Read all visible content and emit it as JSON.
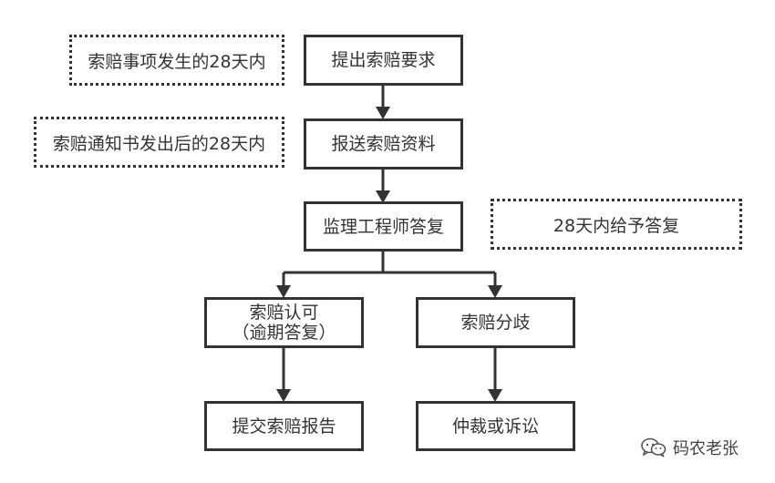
{
  "diagram": {
    "nodes": {
      "submit_claim": "提出索赔要求",
      "send_materials": "报送索赔资料",
      "engineer_reply": "监理工程师答复",
      "claim_approved_line1": "索赔认可",
      "claim_approved_line2": "（逾期答复）",
      "claim_dispute": "索赔分歧",
      "submit_report": "提交索赔报告",
      "arbitration": "仲裁或诉讼"
    },
    "notes": {
      "within_28_days_event": "索赔事项发生的28天内",
      "within_28_days_notice": "索赔通知书发出后的28天内",
      "reply_within_28_days": "28天内给予答复"
    },
    "edges": [
      {
        "from": "submit_claim",
        "to": "send_materials"
      },
      {
        "from": "send_materials",
        "to": "engineer_reply"
      },
      {
        "from": "engineer_reply",
        "to": "claim_approved"
      },
      {
        "from": "engineer_reply",
        "to": "claim_dispute"
      },
      {
        "from": "claim_approved",
        "to": "submit_report"
      },
      {
        "from": "claim_dispute",
        "to": "arbitration"
      }
    ],
    "colors": {
      "stroke": "#333333",
      "background": "#ffffff"
    }
  },
  "watermark": {
    "icon": "wechat-icon",
    "text": "码农老张"
  }
}
